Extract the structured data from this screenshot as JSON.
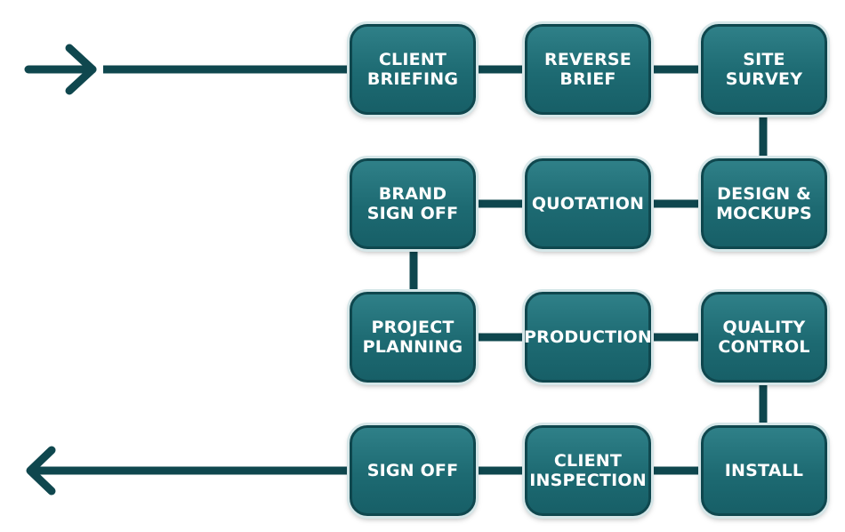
{
  "steps": {
    "client_briefing": "CLIENT\nBRIEFING",
    "reverse_brief": "REVERSE\nBRIEF",
    "site_survey": "SITE\nSURVEY",
    "brand_sign_off": "BRAND\nSIGN OFF",
    "quotation": "QUOTATION",
    "design_mockups": "DESIGN &\nMOCKUPS",
    "project_planning": "PROJECT\nPLANNING",
    "production": "PRODUCTION",
    "quality_control": "QUALITY\nCONTROL",
    "sign_off": "SIGN OFF",
    "client_inspection": "CLIENT\nINSPECTION",
    "install": "INSTALL"
  },
  "colors": {
    "line": "#0f474e",
    "box_fill": "#1d6a72",
    "box_border": "#0f474e",
    "text": "#ffffff"
  }
}
